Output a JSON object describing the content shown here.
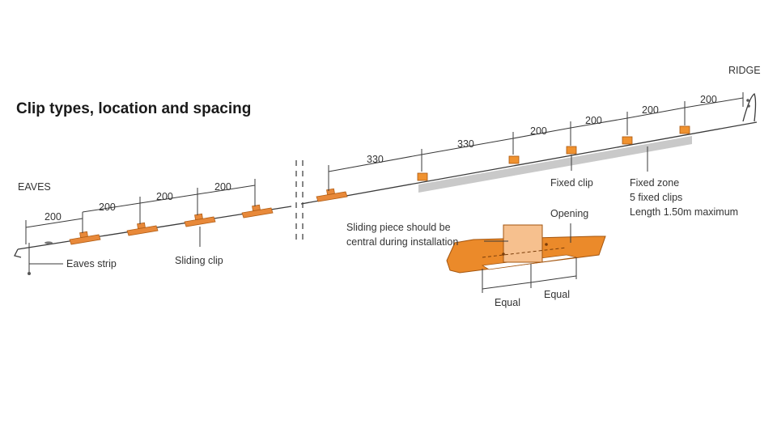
{
  "title": "Clip types, location and spacing",
  "labels": {
    "eaves": "EAVES",
    "ridge": "RIDGE",
    "eaves_strip": "Eaves strip",
    "sliding_clip": "Sliding clip",
    "fixed_clip": "Fixed clip",
    "fixed_zone": "Fixed zone",
    "fixed_clips_count": "5 fixed clips",
    "length_max": "Length 1.50m maximum",
    "opening": "Opening",
    "sliding_note_1": "Sliding piece should be",
    "sliding_note_2": "central during installation",
    "equal_left": "Equal",
    "equal_right": "Equal"
  },
  "dimensions": {
    "d1": "200",
    "d2": "200",
    "d3": "200",
    "d4": "200",
    "d5": "330",
    "d6": "330",
    "d7": "200",
    "d8": "200",
    "d9": "200",
    "d10": "200"
  },
  "colors": {
    "clip": "#e8893a",
    "fixed_zone": "#c9c9c9",
    "line": "#3a3a3a"
  }
}
